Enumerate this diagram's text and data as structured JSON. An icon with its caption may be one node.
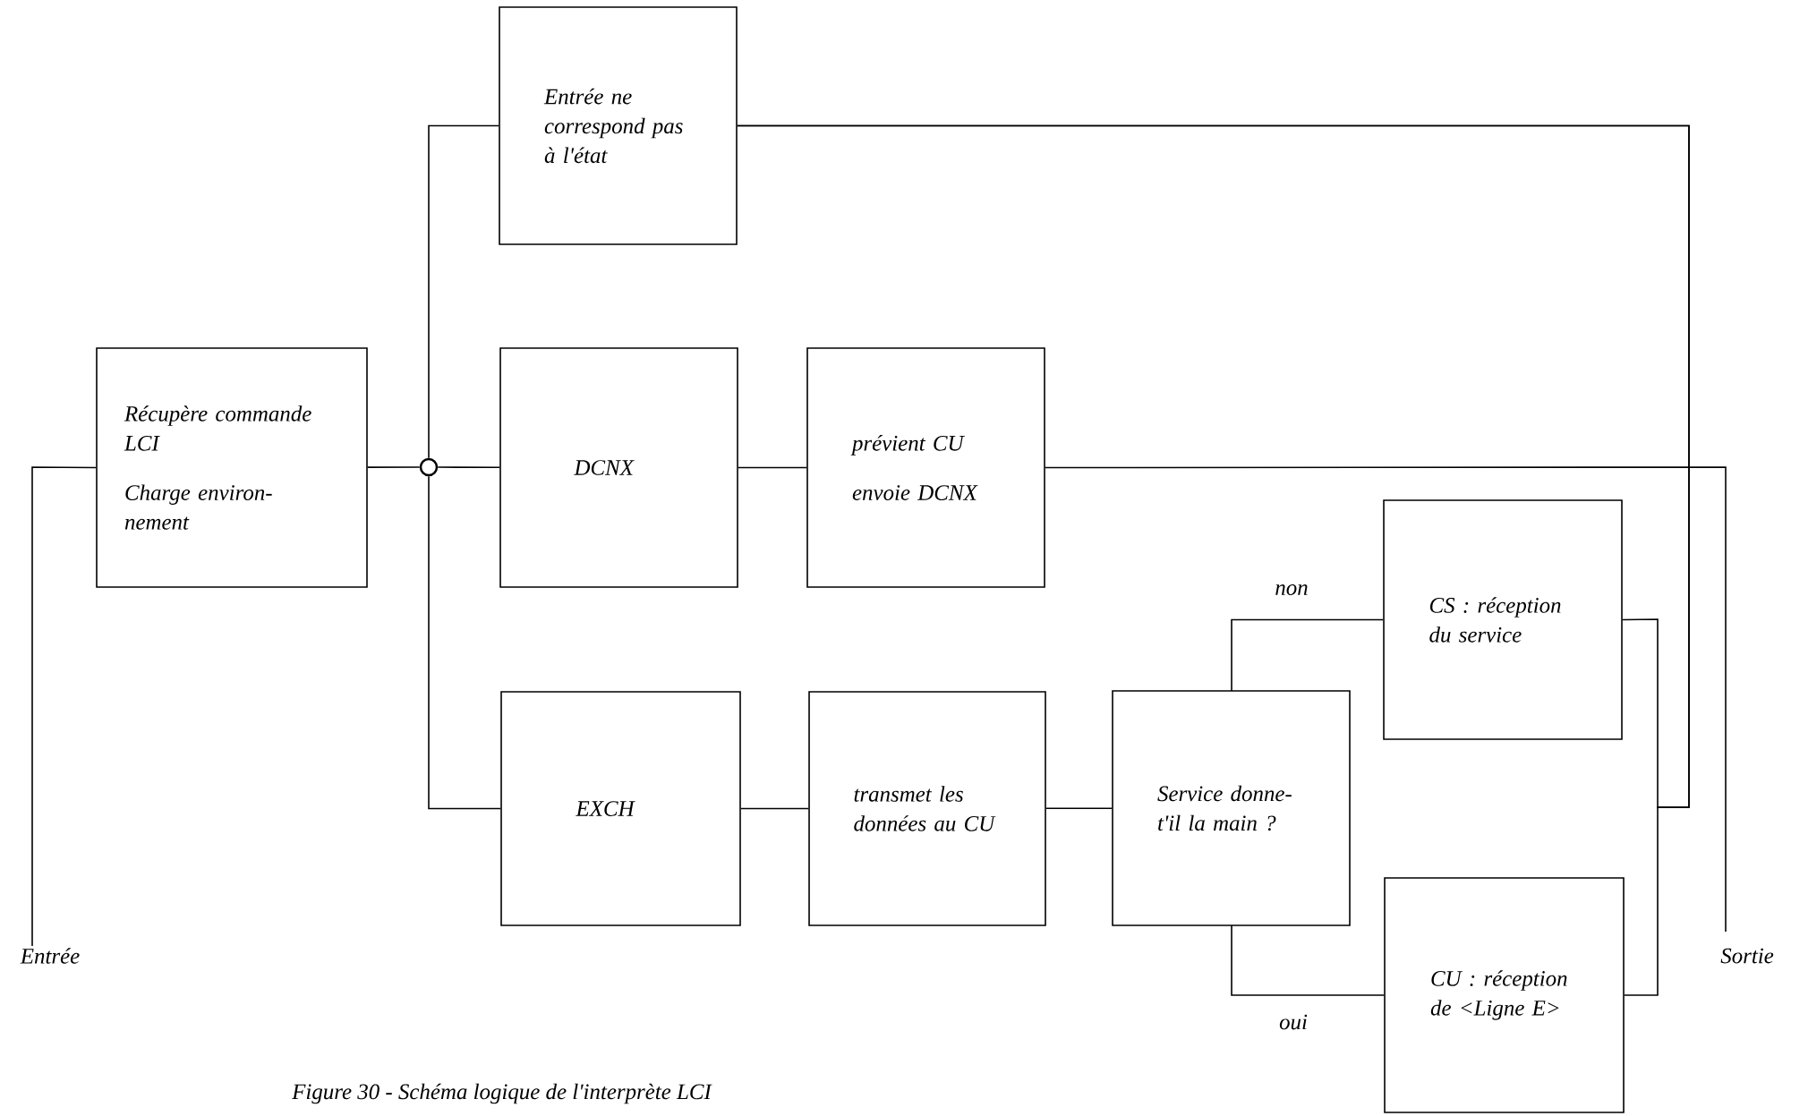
{
  "diagram": {
    "caption": "Figure 30 - Schéma logique de l'interprète LCI",
    "nodes": [
      {
        "text": [
          "Entrée"
        ]
      },
      {
        "text": [
          "Récupère commande LCI",
          "Charge environ- nement"
        ]
      },
      {
        "text": [],
        "shape": "circle"
      },
      {
        "text": [
          "Entrée ne correspond pas à l'état"
        ]
      },
      {
        "text": [
          "DCNX"
        ]
      },
      {
        "text": [
          "prévient CU",
          "envoie DCNX"
        ]
      },
      {
        "text": [
          "EXCH"
        ]
      },
      {
        "text": [
          "transmet les données au CU"
        ]
      },
      {
        "text": [
          "Service donne-t'il la main ?"
        ]
      },
      {
        "text": [
          "CS : réception du service"
        ]
      },
      {
        "text": [
          "CU : réception de <Ligne E>"
        ]
      },
      {
        "text": [
          "Sortie"
        ]
      }
    ],
    "edges": [
      {
        "from": 0,
        "to": 1,
        "arrow": "none"
      },
      {
        "from": 1,
        "to": 2,
        "arrow": "none"
      },
      {
        "from": 2,
        "to": 3,
        "arrow": "none"
      },
      {
        "from": 2,
        "to": 4,
        "arrow": "none"
      },
      {
        "from": 2,
        "to": 6,
        "arrow": "none"
      },
      {
        "from": 4,
        "to": 5,
        "arrow": "none"
      },
      {
        "from": 5,
        "to": 11,
        "arrow": "none"
      },
      {
        "from": 6,
        "to": 7,
        "arrow": "none"
      },
      {
        "from": 7,
        "to": 8,
        "arrow": "none"
      },
      {
        "from": 8,
        "to": 9,
        "arrow": "none",
        "label": "non"
      },
      {
        "from": 8,
        "to": 10,
        "arrow": "none",
        "label": "oui"
      },
      {
        "from": 9,
        "to": 3,
        "arrow": "none"
      },
      {
        "from": 10,
        "to": 3,
        "arrow": "none"
      }
    ]
  }
}
